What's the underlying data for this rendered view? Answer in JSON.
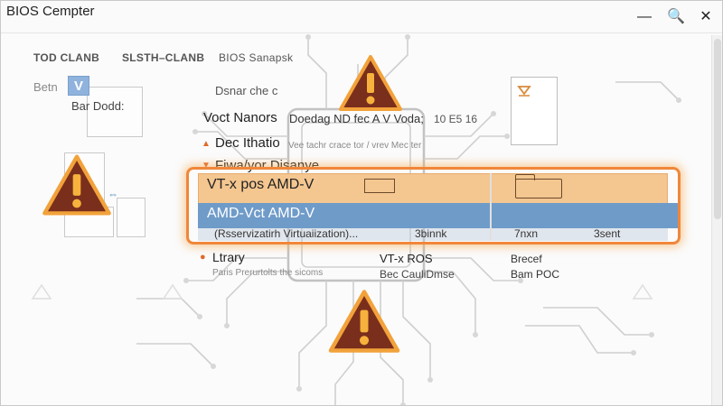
{
  "window": {
    "title": "BIOS Cempter"
  },
  "window_controls": {
    "minimize": "—",
    "search": "🔍",
    "close": "✕"
  },
  "tabs": [
    {
      "label": "TOD CLANB"
    },
    {
      "label": "SLSTH–CLANB"
    },
    {
      "label": "BIOS Sanapsk"
    }
  ],
  "left_panel": {
    "label1": "Betn",
    "check_mark": "V",
    "label2": "Bar Dodd:"
  },
  "settings": {
    "line1": "Dsnar che c",
    "heading_left": "Voct Nanors",
    "heading_right": "Doedag ND fec A V Voda;",
    "heading_num": "10 E5 16",
    "section1": "Dec Ithatio",
    "section1_sub": "Vee tachr crace tor / vrev Mec ter",
    "section2": "Fiwa/yor Disanye.",
    "row1_label": "VT-x pos AMD-V",
    "row2_label": "AMD-Vct AMD-V",
    "row3_label": "(Rsservizatirh Virtuaiization)...",
    "row3_mid": "3binnk",
    "row3_right1": "7nxn",
    "row3_right2": "3sent",
    "section3": "Ltrary",
    "section3_sub": "Paris Prerurtolts the sicoms",
    "section3_val": "VT-x ROS",
    "section3_val2": "Bec CauliDmse",
    "section3_right1": "Brecef",
    "section3_right2": "Bam POC"
  },
  "colors": {
    "highlight_border": "#f0873a",
    "row_orange": "#f4c690",
    "row_blue": "#6f9bc9",
    "warning_fill": "#7a2e1c",
    "warning_stroke": "#f2a23a"
  },
  "icons": [
    "warning-icon",
    "folder-icon",
    "document-icon",
    "chip-icon"
  ]
}
